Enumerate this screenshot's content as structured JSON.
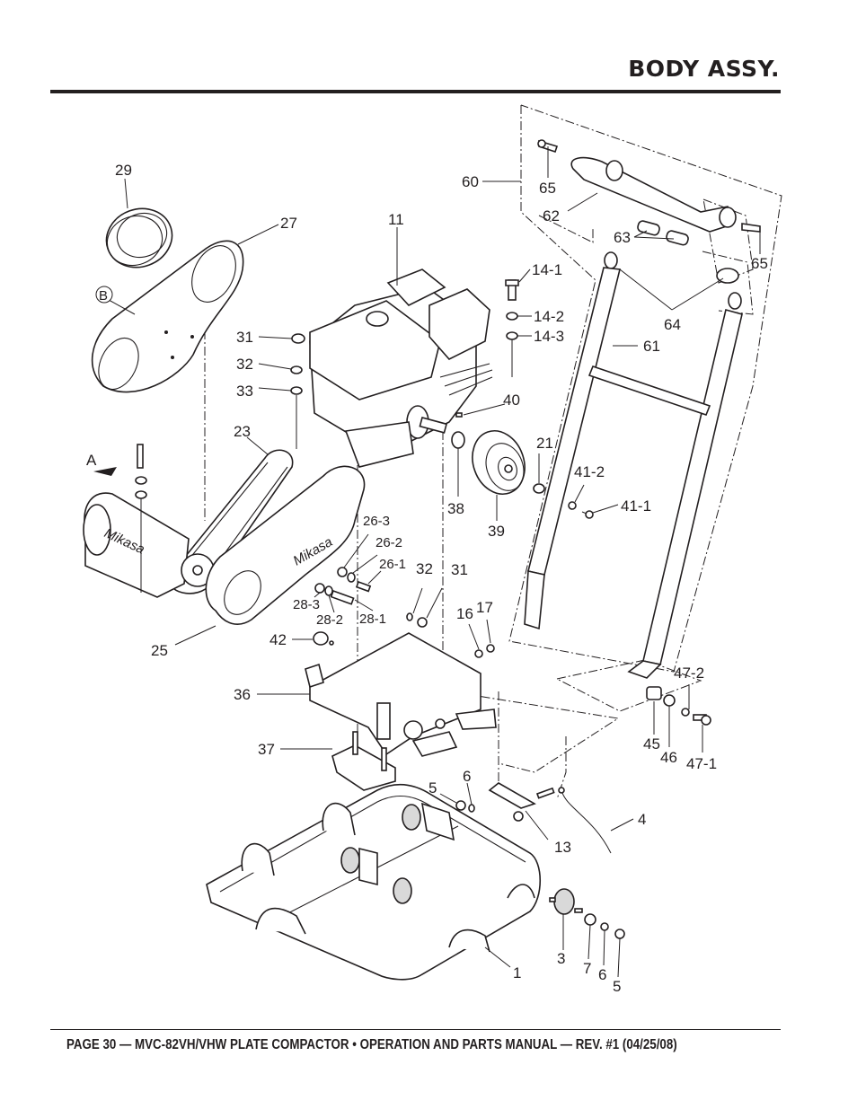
{
  "header": {
    "title": "BODY ASSY."
  },
  "footer": {
    "text": "PAGE 30 — MVC-82VH/VHW PLATE COMPACTOR • OPERATION AND PARTS MANUAL — REV. #1 (04/25/08)"
  },
  "diagram": {
    "view_markers": {
      "a": "A",
      "b": "B"
    },
    "callouts": [
      {
        "id": "c29",
        "label": "29"
      },
      {
        "id": "c27",
        "label": "27"
      },
      {
        "id": "c11",
        "label": "11"
      },
      {
        "id": "c60",
        "label": "60"
      },
      {
        "id": "c65a",
        "label": "65"
      },
      {
        "id": "c62",
        "label": "62"
      },
      {
        "id": "c63",
        "label": "63"
      },
      {
        "id": "c65b",
        "label": "65"
      },
      {
        "id": "c64",
        "label": "64"
      },
      {
        "id": "c61",
        "label": "61"
      },
      {
        "id": "c14_1",
        "label": "14-1"
      },
      {
        "id": "c14_2",
        "label": "14-2"
      },
      {
        "id": "c14_3",
        "label": "14-3"
      },
      {
        "id": "c31a",
        "label": "31"
      },
      {
        "id": "c32a",
        "label": "32"
      },
      {
        "id": "c33",
        "label": "33"
      },
      {
        "id": "c40",
        "label": "40"
      },
      {
        "id": "c23",
        "label": "23"
      },
      {
        "id": "c21",
        "label": "21"
      },
      {
        "id": "c41_2",
        "label": "41-2"
      },
      {
        "id": "c41_1",
        "label": "41-1"
      },
      {
        "id": "c38",
        "label": "38"
      },
      {
        "id": "c39",
        "label": "39"
      },
      {
        "id": "c26_3",
        "label": "26-3"
      },
      {
        "id": "c26_2",
        "label": "26-2"
      },
      {
        "id": "c26_1",
        "label": "26-1"
      },
      {
        "id": "c32b",
        "label": "32"
      },
      {
        "id": "c31b",
        "label": "31"
      },
      {
        "id": "c28_3",
        "label": "28-3"
      },
      {
        "id": "c28_2",
        "label": "28-2"
      },
      {
        "id": "c28_1",
        "label": "28-1"
      },
      {
        "id": "c16",
        "label": "16"
      },
      {
        "id": "c17",
        "label": "17"
      },
      {
        "id": "c25",
        "label": "25"
      },
      {
        "id": "c42",
        "label": "42"
      },
      {
        "id": "c36",
        "label": "36"
      },
      {
        "id": "c37",
        "label": "37"
      },
      {
        "id": "c47_2",
        "label": "47-2"
      },
      {
        "id": "c45",
        "label": "45"
      },
      {
        "id": "c46",
        "label": "46"
      },
      {
        "id": "c47_1",
        "label": "47-1"
      },
      {
        "id": "c5a",
        "label": "5"
      },
      {
        "id": "c6a",
        "label": "6"
      },
      {
        "id": "c4",
        "label": "4"
      },
      {
        "id": "c13",
        "label": "13"
      },
      {
        "id": "c3",
        "label": "3"
      },
      {
        "id": "c7",
        "label": "7"
      },
      {
        "id": "c6b",
        "label": "6"
      },
      {
        "id": "c5b",
        "label": "5"
      },
      {
        "id": "c1",
        "label": "1"
      }
    ],
    "brand_marks": {
      "exciter": "Mikasa",
      "belt_cover": "Mikasa"
    }
  }
}
